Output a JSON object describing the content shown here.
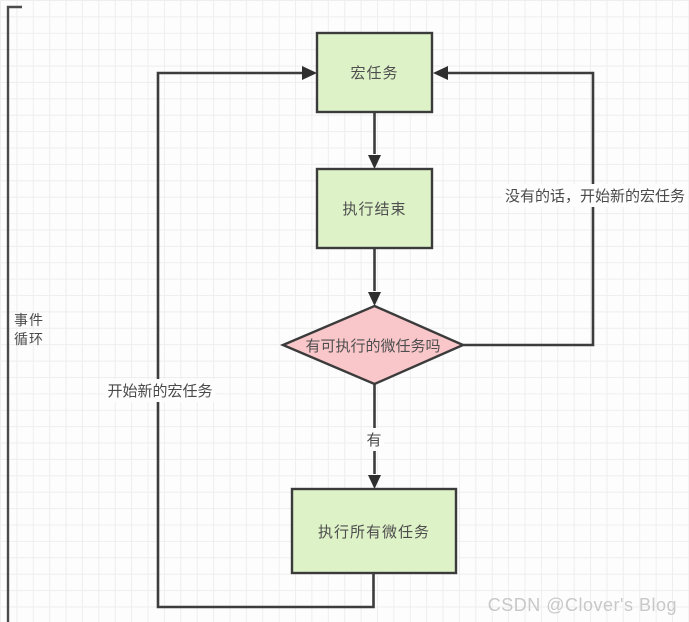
{
  "nodes": {
    "macro_task": "宏任务",
    "execution_end": "执行结束",
    "microtask_question": "有可执行的微任务吗",
    "run_all_microtasks": "执行所有微任务"
  },
  "labels": {
    "event_loop": "事件循环",
    "yes": "有",
    "start_new_macro_task": "开始新的宏任务",
    "no_then_start_new_macro_task": "没有的话，开始新的宏任务"
  },
  "colors": {
    "node_fill": "#def2c8",
    "decision_fill": "#f9c7ca",
    "line_stroke": "#3d3d3d",
    "text": "#4e4e4e",
    "watermark": "#c8c8c8"
  },
  "watermark": "CSDN @Clover's Blog"
}
